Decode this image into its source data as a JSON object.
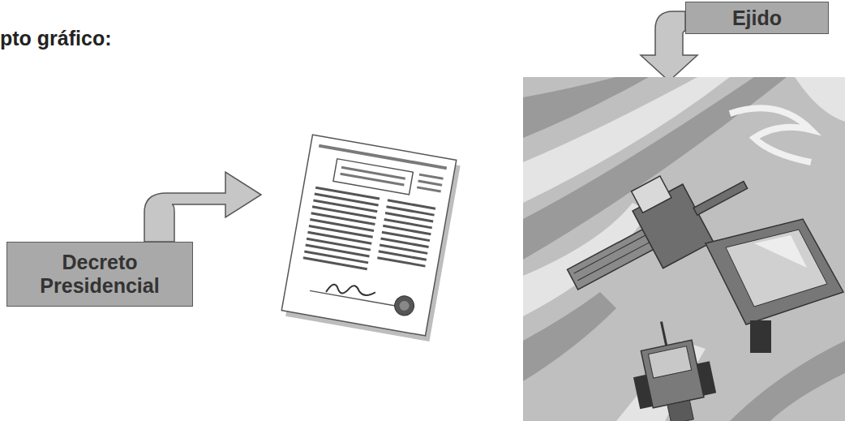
{
  "diagram": {
    "title": "pto gráfico:",
    "nodes": [
      {
        "text": [
          "Ejido"
        ]
      },
      {
        "text": [
          "Decreto Presidencial"
        ]
      }
    ]
  }
}
